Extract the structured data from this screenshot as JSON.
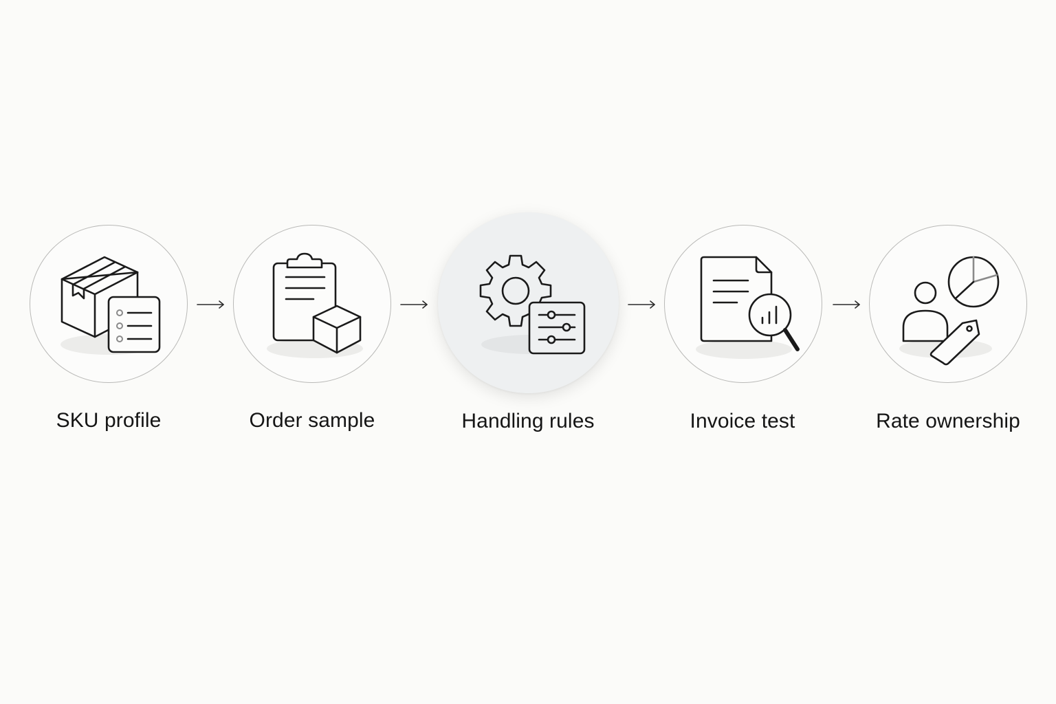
{
  "steps": [
    {
      "label": "SKU profile",
      "icon": "box-checklist-icon",
      "highlighted": false
    },
    {
      "label": "Order sample",
      "icon": "clipboard-cube-icon",
      "highlighted": false
    },
    {
      "label": "Handling rules",
      "icon": "gear-sliders-icon",
      "highlighted": true
    },
    {
      "label": "Invoice test",
      "icon": "document-magnifier-chart-icon",
      "highlighted": false
    },
    {
      "label": "Rate ownership",
      "icon": "person-pie-tag-icon",
      "highlighted": false
    }
  ],
  "arrow_glyph": "→",
  "colors": {
    "background": "#fbfbf9",
    "circle_border": "#b9b9b7",
    "highlight_fill": "#eef0f1",
    "icon_stroke": "#1a1a1a",
    "text": "#151515"
  }
}
